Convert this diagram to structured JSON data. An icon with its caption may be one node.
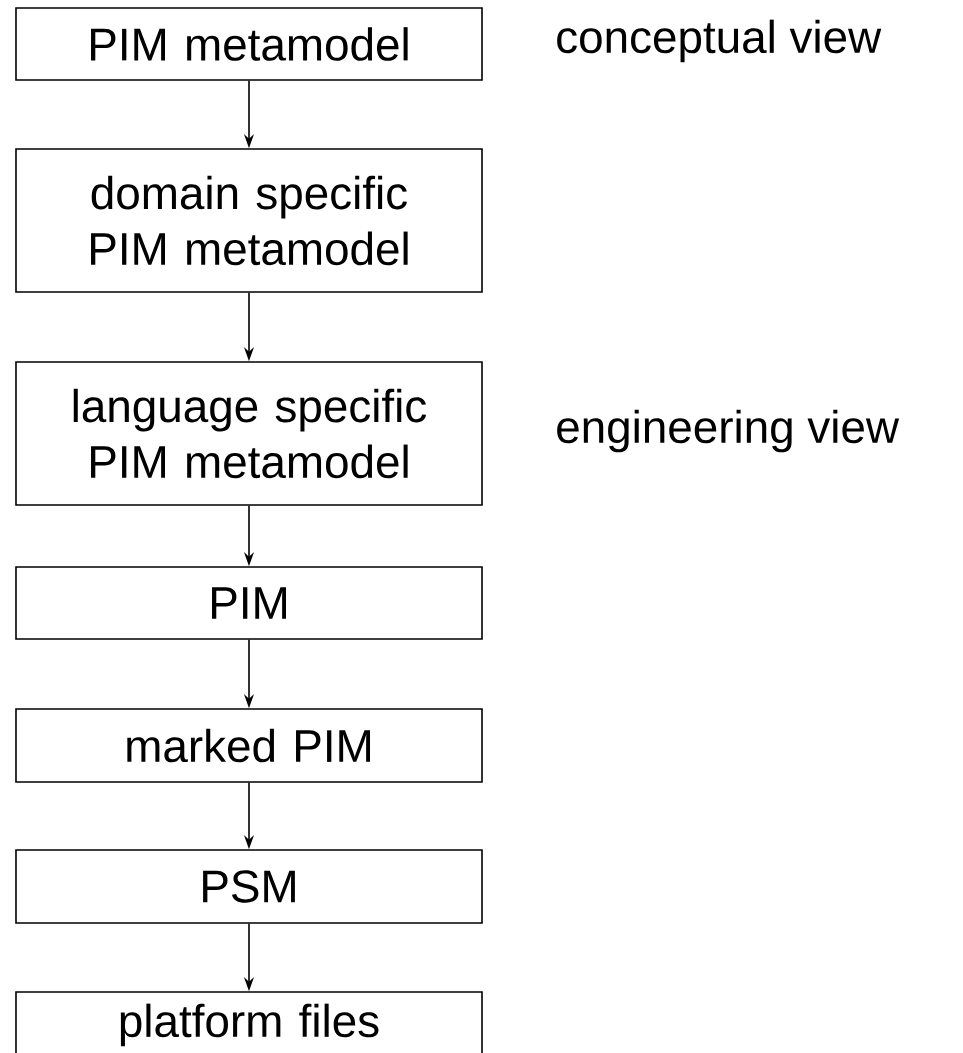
{
  "diagram": {
    "nodes": [
      {
        "text": [
          "PIM metamodel"
        ]
      },
      {
        "text": [
          "domain specific PIM metamodel"
        ]
      },
      {
        "text": [
          "language specific PIM metamodel"
        ]
      },
      {
        "text": [
          "PIM"
        ]
      },
      {
        "text": [
          "marked PIM"
        ]
      },
      {
        "text": [
          "PSM"
        ]
      },
      {
        "text": [
          "platform files"
        ]
      }
    ],
    "edges": [
      {
        "from": 0,
        "to": 1,
        "arrow": "to"
      },
      {
        "from": 1,
        "to": 2,
        "arrow": "to"
      },
      {
        "from": 2,
        "to": 3,
        "arrow": "to"
      },
      {
        "from": 3,
        "to": 4,
        "arrow": "to"
      },
      {
        "from": 4,
        "to": 5,
        "arrow": "to"
      },
      {
        "from": 5,
        "to": 6,
        "arrow": "to"
      }
    ],
    "labels": [
      "conceptual view",
      "engineering view"
    ]
  }
}
